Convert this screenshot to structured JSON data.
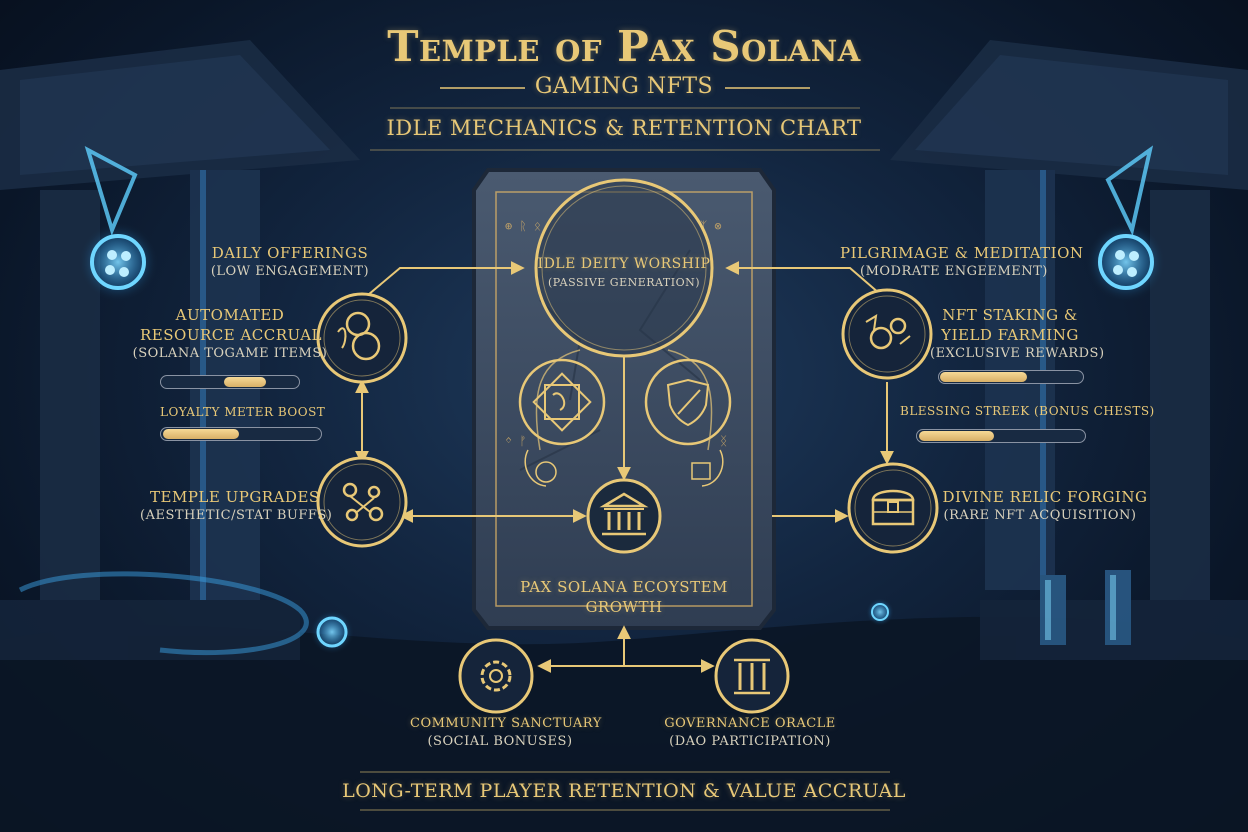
{
  "header": {
    "title": "Temple of Pax Solana",
    "subtitle": "GAMING NFTS",
    "chart_title": "IDLE MECHANICS & RETENTION CHART"
  },
  "center": {
    "hub_title": "IDLE DEITY WORSHIP",
    "hub_sub": "(PASSIVE GENERATION)",
    "ecosystem_line1": "PAX SOLANA ECOYSTEM",
    "ecosystem_line2": "GROWTH"
  },
  "left": {
    "daily_title": "DAILY OFFERINGS",
    "daily_sub": "(LOW ENGAGEMENT)",
    "auto_line1": "AUTOMATED",
    "auto_line2": "RESOURCE ACCRUAL",
    "auto_sub": "(SOLANA TOGAME ITEMS)",
    "auto_bar_fill": 0.3,
    "loyalty_label": "LOYALTY METER BOOST",
    "loyalty_bar_fill": 0.48,
    "temple_title": "TEMPLE UPGRADES",
    "temple_sub": "(AESTHETIC/STAT BUFFS)"
  },
  "right": {
    "pilgrimage_title": "PILGRIMAGE & MEDITATION",
    "pilgrimage_sub": "(MODRATE ENGEEMENT)",
    "staking_line1": "NFT STAKING &",
    "staking_line2": "YIELD FARMING",
    "staking_sub": "(EXCLUSIVE REWARDS)",
    "staking_bar_fill": 0.6,
    "blessing_label": "BLESSING STREEK (BONUS CHESTS)",
    "blessing_bar_fill": 0.45,
    "relic_title": "DIVINE RELIC FORGING",
    "relic_sub": "(RARE NFT ACQUISITION)"
  },
  "bottom": {
    "community_title": "COMMUNITY SANCTUARY",
    "community_sub": "(SOCIAL BONUSES)",
    "governance_title": "GOVERNANCE ORACLE",
    "governance_sub": "(DAO PARTICIPATION)",
    "footer": "LONG-TERM PLAYER RETENTION & VALUE ACCRUAL"
  },
  "colors": {
    "gold": "#e8c877",
    "glow_blue": "#4fc3ff",
    "background": "#0a1628",
    "tablet": "#3c4d63"
  },
  "icons": [
    "coins-icon",
    "gear-network-icon",
    "meditation-icon",
    "treasure-chest-icon",
    "temple-icon",
    "sun-glyph-icon",
    "feather-shield-icon",
    "gear-icon",
    "pillars-icon",
    "rune-glyph-icon"
  ]
}
